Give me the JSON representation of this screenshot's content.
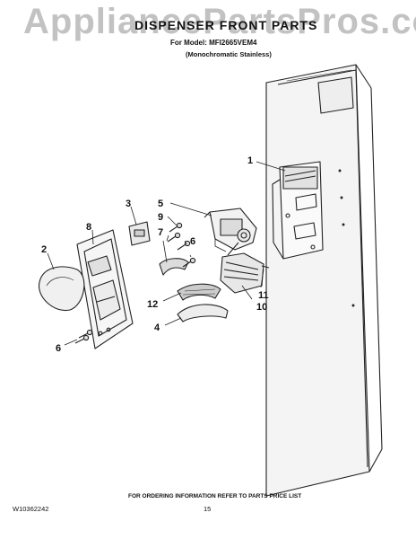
{
  "watermark": "AppliancePartsPros.com",
  "header": {
    "title": "DISPENSER FRONT PARTS",
    "model_line": "For Model: MFI2665VEM4",
    "finish_line": "(Monochromatic Stainless)"
  },
  "callouts": [
    "1",
    "2",
    "3",
    "4",
    "5",
    "6",
    "6",
    "7",
    "8",
    "9",
    "10",
    "11",
    "12"
  ],
  "footer": {
    "order_info": "FOR ORDERING INFORMATION REFER TO PARTS PRICE LIST",
    "doc_number": "W10362242",
    "page_number": "15"
  }
}
